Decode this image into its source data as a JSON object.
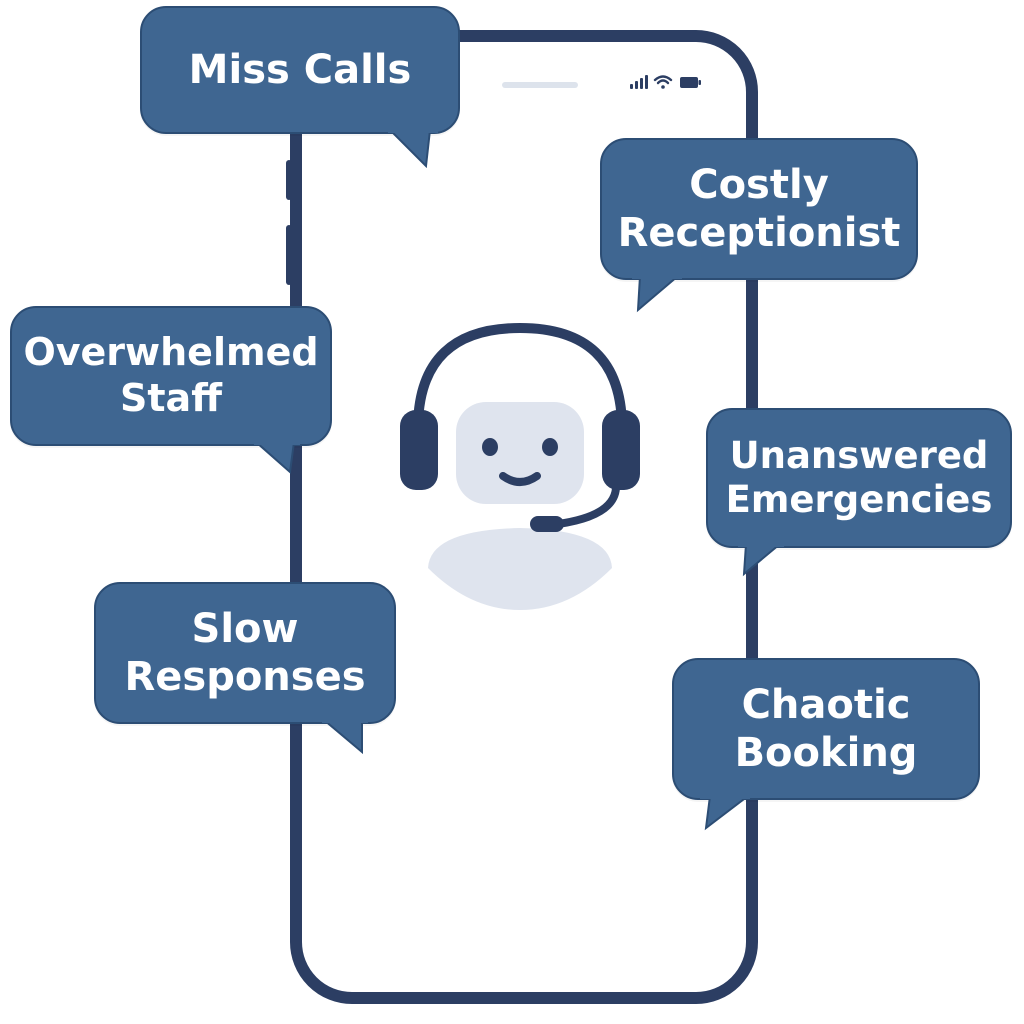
{
  "phone": {
    "status_icons": [
      "signal-icon",
      "wifi-icon",
      "battery-icon"
    ]
  },
  "avatar": {
    "icon": "support-agent-icon"
  },
  "bubbles": {
    "miss_calls": {
      "line1": "Miss Calls"
    },
    "costly_receptionist": {
      "line1": "Costly",
      "line2": "Receptionist"
    },
    "overwhelmed_staff": {
      "line1": "Overwhelmed",
      "line2": "Staff"
    },
    "unanswered_emergencies": {
      "line1": "Unanswered",
      "line2": "Emergencies"
    },
    "slow_responses": {
      "line1": "Slow",
      "line2": "Responses"
    },
    "chaotic_booking": {
      "line1": "Chaotic",
      "line2": "Booking"
    }
  },
  "colors": {
    "bubble_fill": "#3f6691",
    "bubble_border": "#2c4d74",
    "phone_frame": "#2c3e63",
    "avatar_fill": "#dfe4ee",
    "headset": "#2c3e63"
  }
}
